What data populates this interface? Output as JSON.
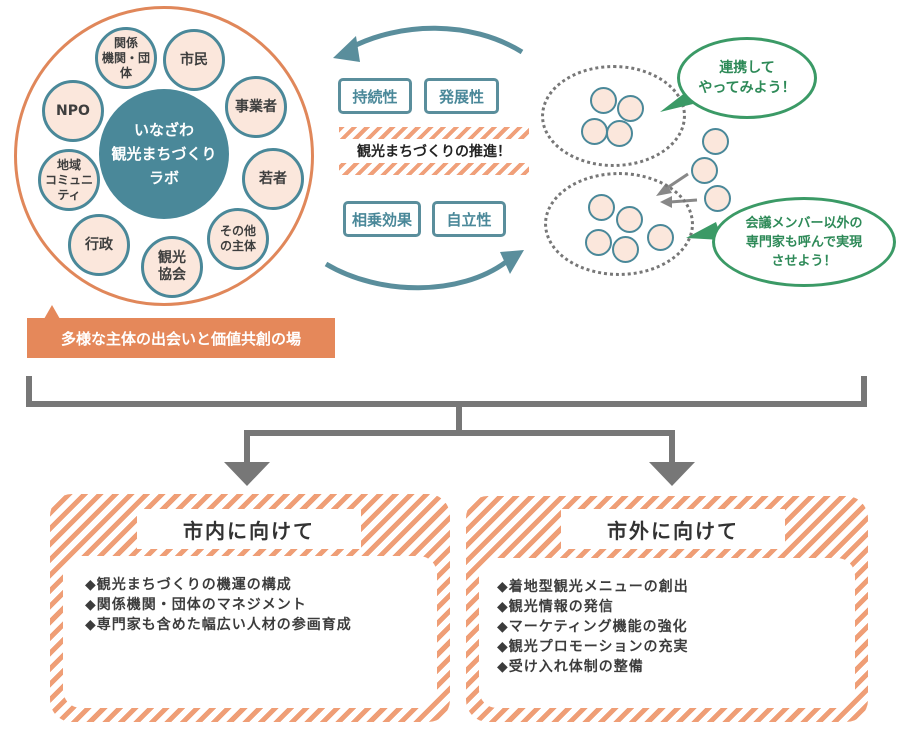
{
  "lab": {
    "center": [
      "いなざわ",
      "観光まちづくり",
      "ラボ"
    ],
    "members": {
      "kankei": "関係\n機関・団体",
      "shimin": "市民",
      "jigyosha": "事業者",
      "npo": "NPO",
      "wakamono": "若者",
      "chiiki": "地域\nコミュニティ",
      "sonota": "その他\nの主体",
      "gyosei": "行政",
      "kanko": "観光\n協会"
    },
    "banner": "多様な主体の出会いと価値共創の場"
  },
  "cycle": {
    "top": [
      "持続性",
      "発展性"
    ],
    "center": "観光まちづくりの推進！",
    "bottom": [
      "相乗効果",
      "自立性"
    ]
  },
  "bubbles": {
    "upper": "連携して\nやってみよう！",
    "lower": "会議メンバー以外の\n専門家も呼んで実現\nさせよう！"
  },
  "inside": {
    "title": "市内に向けて",
    "items": [
      "◆観光まちづくりの機運の構成",
      "◆関係機関・団体のマネジメント",
      "◆専門家も含めた幅広い人材の参画育成"
    ]
  },
  "outside": {
    "title": "市外に向けて",
    "items": [
      "◆着地型観光メニューの創出",
      "◆観光情報の発信",
      "◆マーケティング機能の強化",
      "◆観光プロモーションの充実",
      "◆受け入れ体制の整備"
    ]
  },
  "colors": {
    "orange": "#e5885a",
    "teal": "#4a8899",
    "green": "#3b9a66",
    "connector": "#777777"
  }
}
